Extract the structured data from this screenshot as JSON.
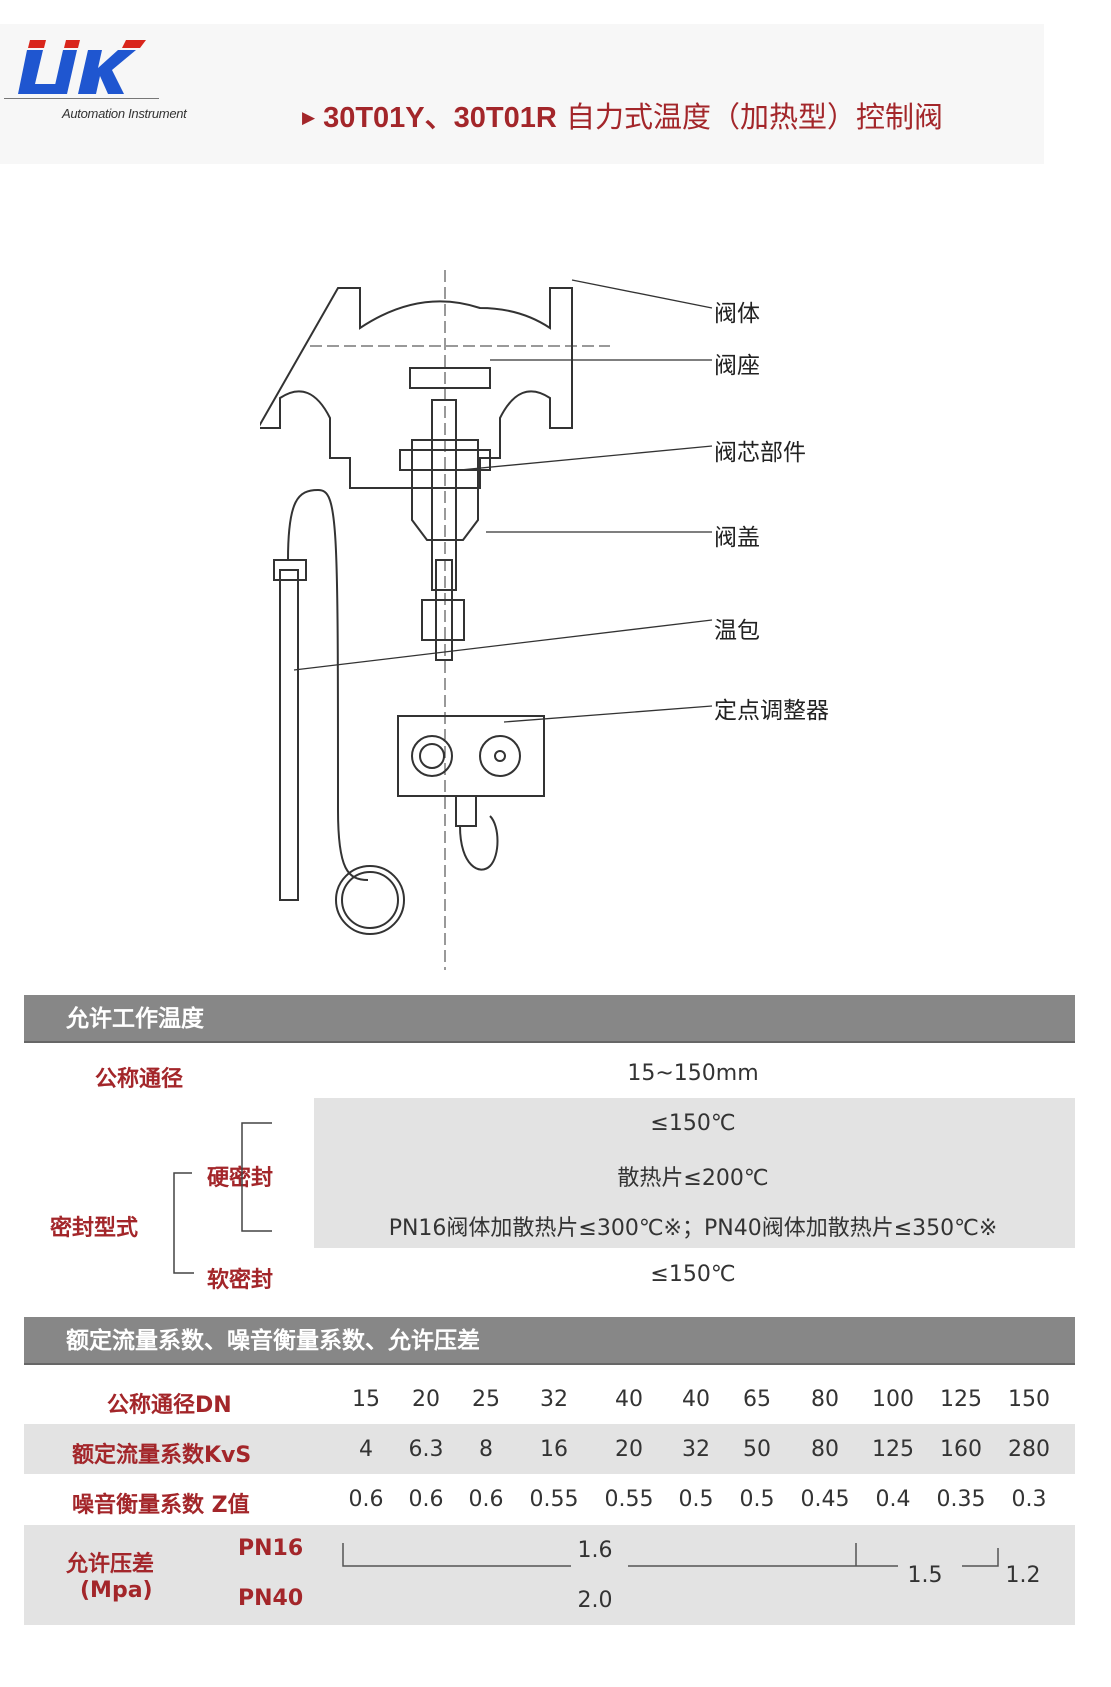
{
  "header": {
    "logo_text": "LIK",
    "logo_subtitle": "Automation Instrument",
    "title_code": "30T01Y、30T01R",
    "title_text": "自力式温度（加热型）控制阀"
  },
  "diagram": {
    "labels": [
      "阀体",
      "阀座",
      "阀芯部件",
      "阀盖",
      "温包",
      "定点调整器"
    ]
  },
  "temp_section": {
    "title": "允许工作温度",
    "nominal_label": "公称通径",
    "nominal_value": "15~150mm",
    "seal_label": "密封型式",
    "hard_seal": "硬密封",
    "soft_seal": "软密封",
    "hard_values": [
      "≤150℃",
      "散热片≤200℃",
      "PN16阀体加散热片≤300℃※；PN40阀体加散热片≤350℃※"
    ],
    "soft_value": "≤150℃"
  },
  "flow_section": {
    "title": "额定流量系数、噪音衡量系数、允许压差",
    "rows": [
      {
        "label": "公称通径DN",
        "values": [
          "15",
          "20",
          "25",
          "32",
          "40",
          "40",
          "65",
          "80",
          "100",
          "125",
          "150"
        ]
      },
      {
        "label": "额定流量系数KvS",
        "values": [
          "4",
          "6.3",
          "8",
          "16",
          "20",
          "32",
          "50",
          "80",
          "125",
          "160",
          "280"
        ]
      },
      {
        "label": "噪音衡量系数 Z值",
        "values": [
          "0.6",
          "0.6",
          "0.6",
          "0.55",
          "0.55",
          "0.5",
          "0.5",
          "0.45",
          "0.4",
          "0.35",
          "0.3"
        ]
      }
    ],
    "pressure": {
      "label": "允许压差",
      "unit": "(Mpa)",
      "pn16": "PN16",
      "pn40": "PN40",
      "pn16_main": "1.6",
      "pn40_main": "2.0",
      "v15": "1.5",
      "v12": "1.2"
    }
  },
  "colors": {
    "brand_red": "#a3262a",
    "logo_blue": "#1f56d0",
    "logo_red": "#d9261c",
    "band_gray": "#878787"
  }
}
